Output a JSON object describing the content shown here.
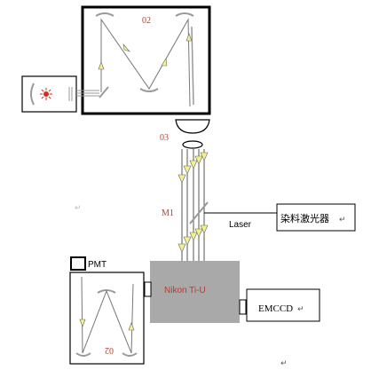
{
  "labels": {
    "box_top": "02",
    "box_bottom": "02",
    "label_03": "03",
    "label_m1": "M1",
    "laser": "Laser",
    "dye_laser": "染料激光器",
    "pmt": "PMT",
    "microscope": "Nikon Ti-U",
    "emccd": "EMCCD"
  },
  "return_mark": "↵",
  "colors": {
    "accent_red": "#c0392b",
    "arrow_yellow": "#f4f18c",
    "microscope_gray": "#a9a9a9",
    "laser_red": "#e0261b"
  },
  "icons": [
    "laser-source-icon",
    "lamp-icon",
    "return-mark-icon"
  ]
}
